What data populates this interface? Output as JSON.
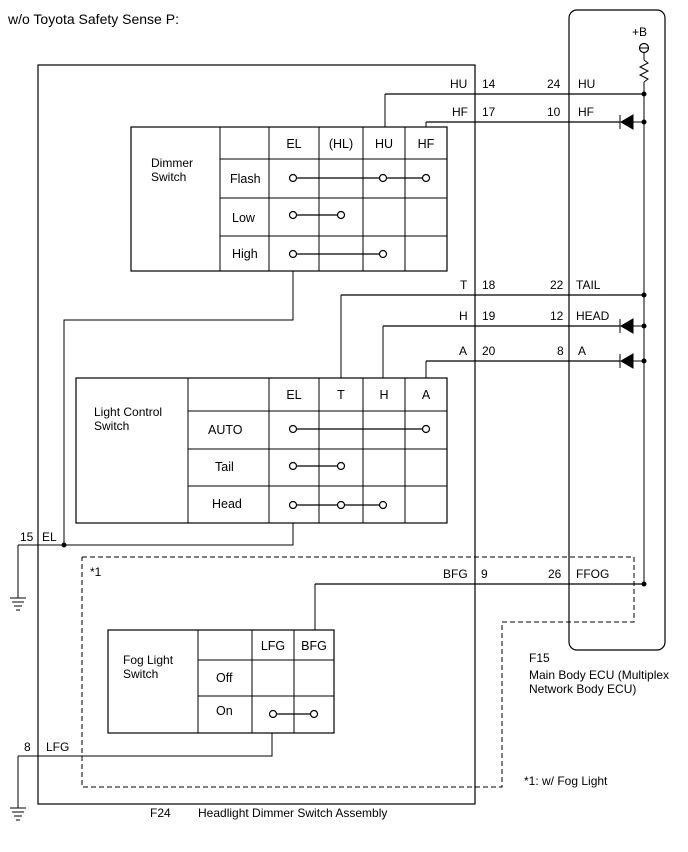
{
  "title": "w/o Toyota Safety Sense P:",
  "ecu": {
    "plus_b": "+B",
    "code": "F15",
    "name_line1": "Main Body ECU (Multiplex",
    "name_line2": "Network Body ECU)",
    "pins": [
      {
        "pin": "24",
        "label": "HU"
      },
      {
        "pin": "10",
        "label": "HF"
      },
      {
        "pin": "22",
        "label": "TAIL"
      },
      {
        "pin": "12",
        "label": "HEAD"
      },
      {
        "pin": "8",
        "label": "A"
      },
      {
        "pin": "26",
        "label": "FFOG"
      }
    ]
  },
  "assembly": {
    "code": "F24",
    "name": "Headlight Dimmer Switch Assembly",
    "pins": [
      {
        "label": "HU",
        "pin": "14"
      },
      {
        "label": "HF",
        "pin": "17"
      },
      {
        "label": "T",
        "pin": "18"
      },
      {
        "label": "H",
        "pin": "19"
      },
      {
        "label": "A",
        "pin": "20"
      },
      {
        "label": "BFG",
        "pin": "9"
      }
    ],
    "ground_pins": [
      {
        "pin": "15",
        "label": "EL"
      },
      {
        "pin": "8",
        "label": "LFG"
      }
    ],
    "option_marker": "*1",
    "footnote": "*1: w/ Fog Light"
  },
  "dimmer_switch": {
    "name_line1": "Dimmer",
    "name_line2": "Switch",
    "columns": [
      "EL",
      "(HL)",
      "HU",
      "HF"
    ],
    "rows": [
      "Flash",
      "Low",
      "High"
    ]
  },
  "light_control_switch": {
    "name_line1": "Light Control",
    "name_line2": "Switch",
    "columns": [
      "EL",
      "T",
      "H",
      "A"
    ],
    "rows": [
      "AUTO",
      "Tail",
      "Head"
    ]
  },
  "fog_light_switch": {
    "name_line1": "Fog Light",
    "name_line2": "Switch",
    "columns": [
      "LFG",
      "BFG"
    ],
    "rows": [
      "Off",
      "On"
    ]
  }
}
